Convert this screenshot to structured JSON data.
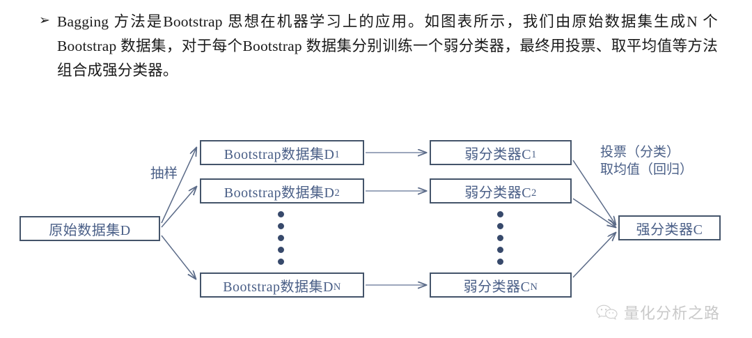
{
  "paragraph": {
    "bullet_glyph": "➢",
    "text": "Bagging 方法是Bootstrap 思想在机器学习上的应用。如图表所示，我们由原始数据集生成N 个Bootstrap 数据集，对于每个Bootstrap 数据集分别训练一个弱分类器，最终用投票、取平均值等方法组合成强分类器。"
  },
  "diagram": {
    "title": "Bagging flow diagram",
    "nodes": {
      "original_dataset": "原始数据集D",
      "bootstrap_1_prefix": "Bootstrap数据集D",
      "bootstrap_1_sub": "1",
      "bootstrap_2_prefix": "Bootstrap数据集D",
      "bootstrap_2_sub": "2",
      "bootstrap_n_prefix": "Bootstrap数据集D",
      "bootstrap_n_sub": "N",
      "weak_1_prefix": "弱分类器C",
      "weak_1_sub": "1",
      "weak_2_prefix": "弱分类器C",
      "weak_2_sub": "2",
      "weak_n_prefix": "弱分类器C",
      "weak_n_sub": "N",
      "strong_classifier": "强分类器C"
    },
    "labels": {
      "sampling": "抽样",
      "combine_line1": "投票（分类）",
      "combine_line2": "取均值（回归）"
    },
    "ellipsis_dot_count": 5,
    "colors": {
      "node_border": "#44546a",
      "node_text": "#4a5f87",
      "arrow": "#5b6b88",
      "dot": "#37496b",
      "paragraph_text": "#1a1a1a",
      "watermark": "#c9c9c9",
      "background": "#ffffff"
    }
  },
  "watermark": {
    "icon": "wechat-icon",
    "text": "量化分析之路"
  }
}
